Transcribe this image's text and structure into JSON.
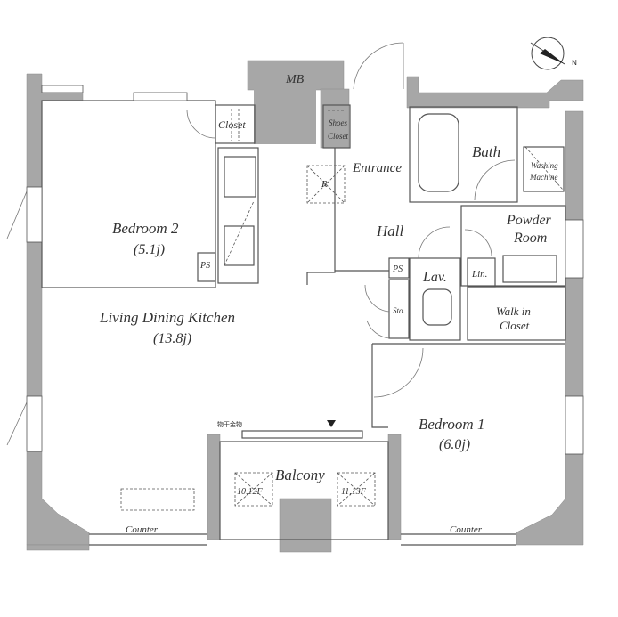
{
  "rooms": {
    "mb": "MB",
    "closet": "Closet",
    "shoes_closet_1": "Shoes",
    "shoes_closet_2": "Closet",
    "entrance": "Entrance",
    "bath": "Bath",
    "washing_1": "Washing",
    "washing_2": "Machine",
    "bedroom2_name": "Bedroom 2",
    "bedroom2_size": "(5.1j)",
    "refrigerator": "R",
    "hall": "Hall",
    "powder_1": "Powder",
    "powder_2": "Room",
    "ps_left": "PS",
    "ps_right": "PS",
    "lav": "Lav.",
    "lin": "Lin.",
    "sto": "Sto.",
    "walkin_1": "Walk in",
    "walkin_2": "Closet",
    "ldk_name": "Living Dining Kitchen",
    "ldk_size": "(13.8j)",
    "hanger": "物干金物",
    "bedroom1_name": "Bedroom 1",
    "bedroom1_size": "(6.0j)",
    "balcony": "Balcony",
    "unit_left": "10,12F",
    "unit_right": "11,13F",
    "counter_left": "Counter",
    "counter_right": "Counter"
  },
  "compass": {
    "label": "N"
  }
}
